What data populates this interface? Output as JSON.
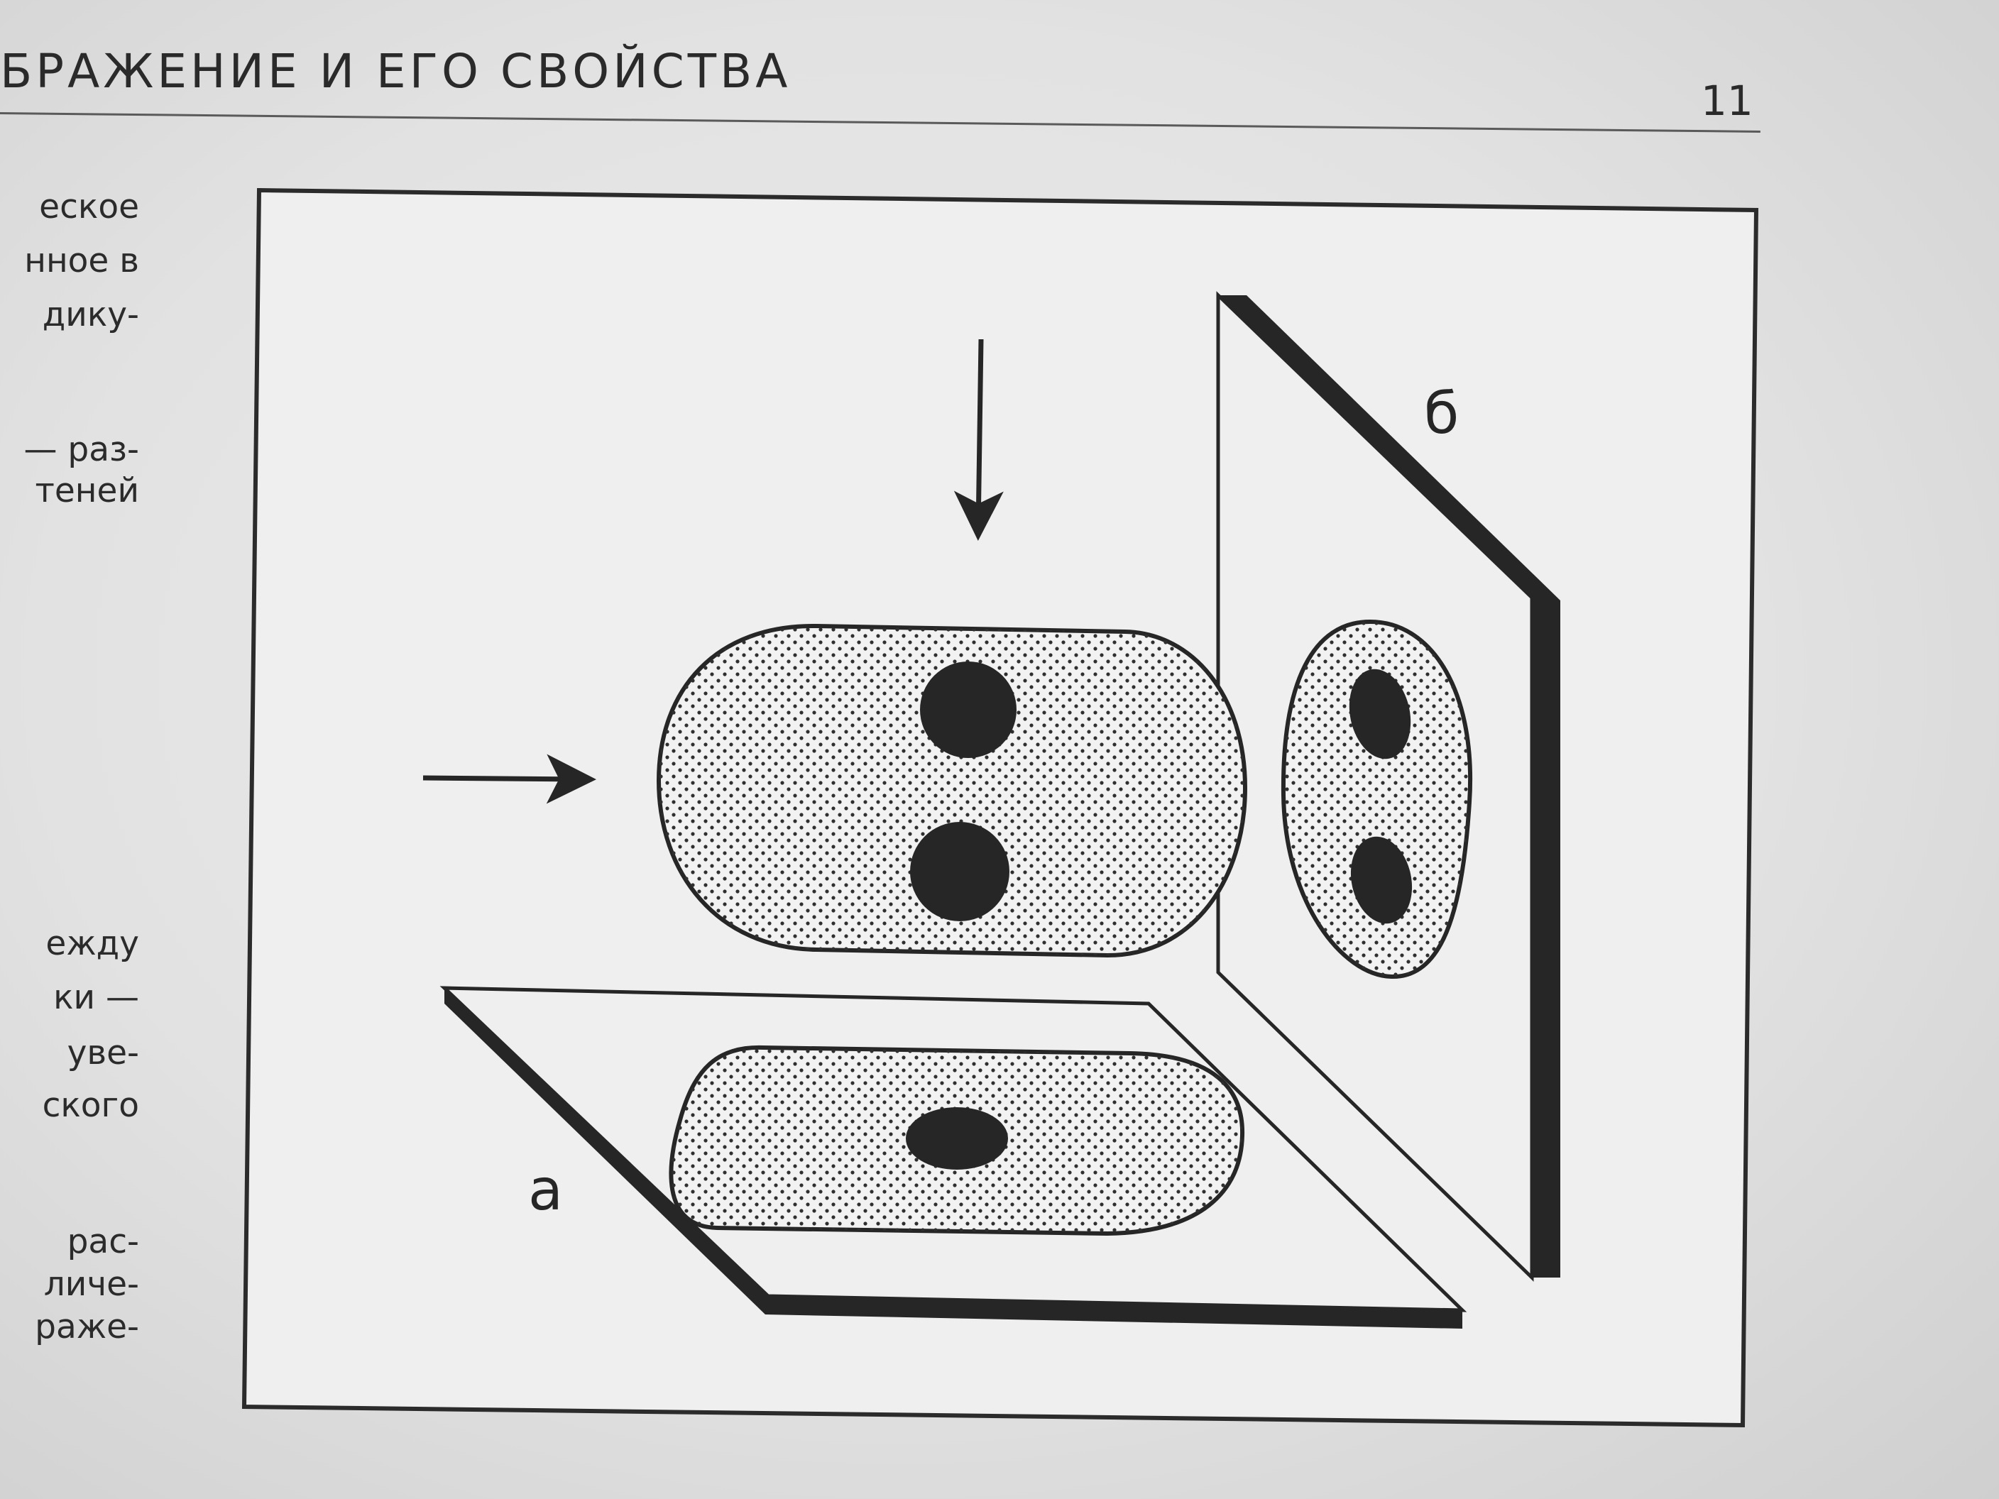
{
  "header": {
    "running_title": "БРАЖЕНИЕ И ЕГО СВОЙСТВА",
    "page_number": "11"
  },
  "margin_text": [
    "еское",
    "нное в",
    "дику-",
    "— раз-",
    "теней",
    "ежду",
    "ки —",
    "уве-",
    "ского",
    "рас-",
    "личе-",
    "раже-"
  ],
  "figure": {
    "label_a": "а",
    "label_b": "б",
    "colors": {
      "ink": "#262626",
      "frame": "#2b2b2b",
      "panel": "#efefef"
    }
  }
}
